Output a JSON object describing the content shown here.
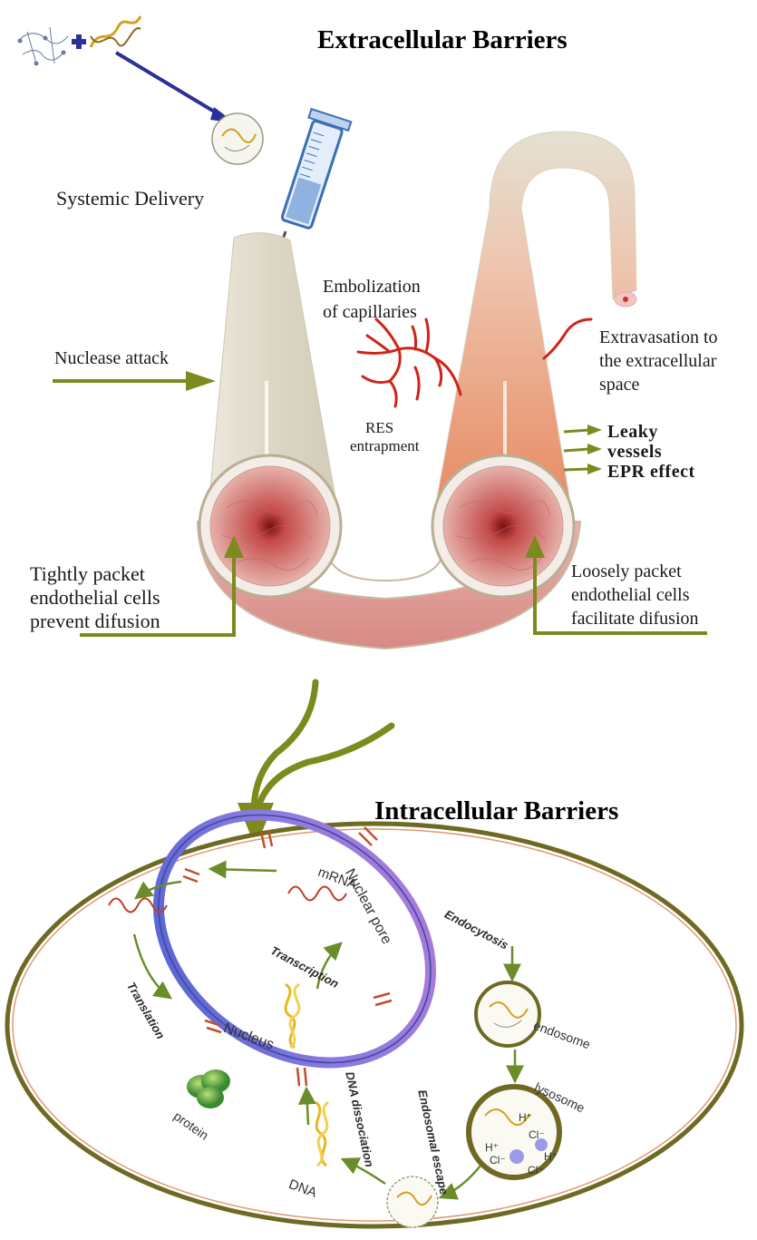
{
  "extracellular": {
    "title": "Extracellular Barriers",
    "systemic_delivery": "Systemic Delivery",
    "nuclease_attack": "Nuclease attack",
    "embolization_line1": "Embolization",
    "embolization_line2": "of capillaries",
    "res_line1": "RES",
    "res_line2": "entrapment",
    "extravasation_line1": "Extravasation to",
    "extravasation_line2": "the extracellular",
    "extravasation_line3": "space",
    "leaky": "Leaky",
    "vessels": "vessels",
    "epr": "EPR effect",
    "tight_line1": "Tightly packet",
    "tight_line2": "endothelial cells",
    "tight_line3": "prevent difusion",
    "loose_line1": "Loosely packet",
    "loose_line2": "endothelial cells",
    "loose_line3": "facilitate difusion"
  },
  "intracellular": {
    "title": "Intracellular Barriers",
    "mrna": "mRNA",
    "nuclear_pore": "Nuclear pore",
    "endocytosis": "Endocytosis",
    "transcription": "Transcription",
    "nucleus": "Nucleus",
    "translation": "Translation",
    "endosome": "endosome",
    "lysosome": "lysosome",
    "protein": "protein",
    "dna_dissociation": "DNA dissociation",
    "endosomal_escape": "Endosomal escape",
    "dna": "DNA",
    "ion_h": "H⁺",
    "ion_cl": "Cl⁻"
  },
  "colors": {
    "arrow_olive": "#7d8a1e",
    "vessel_red": "#d02418",
    "cell_border": "#6e6a24",
    "syringe_blue": "#3d6fb4",
    "nucleus_blue": "#5a6fd0",
    "delivery_arrow": "#2b2f9a"
  }
}
